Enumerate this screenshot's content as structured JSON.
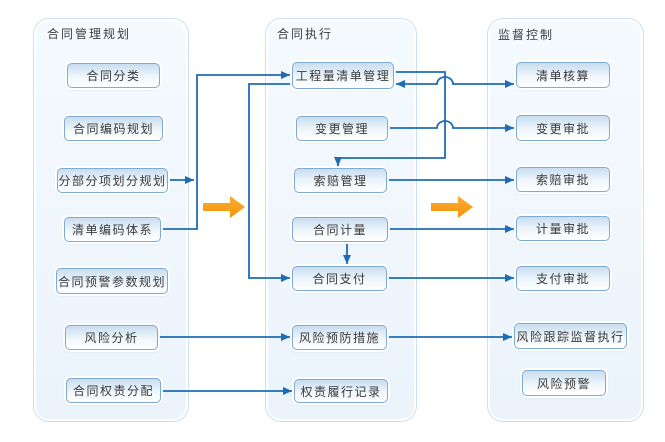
{
  "diagram": {
    "stages": [
      {
        "title": "合同管理规划",
        "items": [
          {
            "label": "合同分类"
          },
          {
            "label": "合同编码规划"
          },
          {
            "label": "分部分项划分规划"
          },
          {
            "label": "清单编码体系"
          },
          {
            "label": "合同预警参数规划"
          },
          {
            "label": "风险分析"
          },
          {
            "label": "合同权责分配"
          }
        ]
      },
      {
        "title": "合同执行",
        "items": [
          {
            "label": "工程量清单管理"
          },
          {
            "label": "变更管理"
          },
          {
            "label": "索赔管理"
          },
          {
            "label": "合同计量"
          },
          {
            "label": "合同支付"
          },
          {
            "label": "风险预防措施"
          },
          {
            "label": "权责履行记录"
          }
        ]
      },
      {
        "title": "监督控制",
        "items": [
          {
            "label": "清单核算"
          },
          {
            "label": "变更审批"
          },
          {
            "label": "索赔审批"
          },
          {
            "label": "计量审批"
          },
          {
            "label": "支付审批"
          },
          {
            "label": "风险跟踪监督执行"
          },
          {
            "label": "风险预警"
          }
        ]
      }
    ],
    "edges": [
      {
        "from": "分部分项划分规划",
        "to": "工程量清单管理",
        "type": "arrow"
      },
      {
        "from": "清单编码体系",
        "to": "工程量清单管理",
        "type": "arrow"
      },
      {
        "from": "工程量清单管理",
        "to": "清单核算",
        "type": "double-arrow"
      },
      {
        "from": "工程量清单管理",
        "to": "索赔管理",
        "type": "arrow"
      },
      {
        "from": "工程量清单管理",
        "to": "合同支付",
        "type": "arrow"
      },
      {
        "from": "变更管理",
        "to": "变更审批",
        "type": "arrow"
      },
      {
        "from": "索赔管理",
        "to": "索赔审批",
        "type": "arrow"
      },
      {
        "from": "合同计量",
        "to": "计量审批",
        "type": "arrow"
      },
      {
        "from": "合同计量",
        "to": "合同支付",
        "type": "arrow"
      },
      {
        "from": "合同支付",
        "to": "支付审批",
        "type": "arrow"
      },
      {
        "from": "风险分析",
        "to": "风险预防措施",
        "type": "arrow"
      },
      {
        "from": "风险预防措施",
        "to": "风险跟踪监督执行",
        "type": "arrow"
      },
      {
        "from": "合同权责分配",
        "to": "权责履行记录",
        "type": "arrow"
      }
    ],
    "stage_flow_arrows": [
      {
        "from": "合同管理规划",
        "to": "合同执行"
      },
      {
        "from": "合同执行",
        "to": "监督控制"
      }
    ],
    "colors": {
      "connector_blue": "#1E6CB5",
      "flow_arrow_orange": "#F79E1B",
      "node_border": "#7FABD3",
      "node_fill_top": "#C8DDEF",
      "panel_fill": "#EFF5FB",
      "panel_border": "#CBE1F2",
      "text": "#3A3A3A"
    }
  }
}
